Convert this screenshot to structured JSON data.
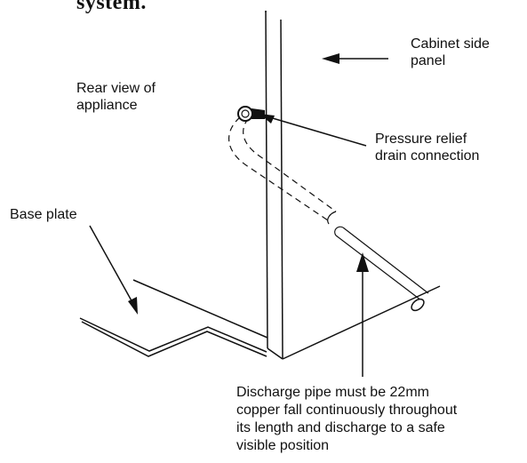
{
  "heading": "system.",
  "labels": {
    "cabinet_side_panel": [
      "Cabinet side",
      "panel"
    ],
    "rear_view": [
      "Rear view of",
      "appliance"
    ],
    "pressure_relief": [
      "Pressure relief",
      "drain connection"
    ],
    "base_plate": [
      "Base plate"
    ],
    "discharge_pipe": [
      "Discharge pipe must be 22mm",
      "copper fall continuously throughout",
      "its length and discharge to a safe",
      "visible position"
    ]
  },
  "colors": {
    "line": "#111111",
    "background": "#ffffff"
  }
}
